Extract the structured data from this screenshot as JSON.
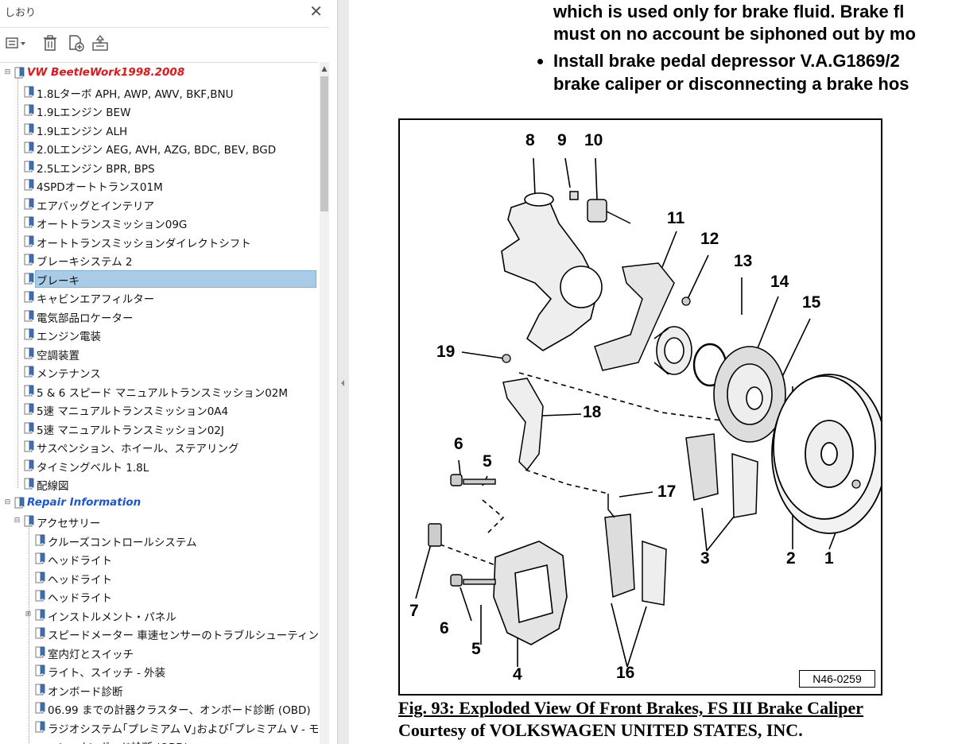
{
  "sidebar": {
    "title": "しおり",
    "close_icon": "close-icon",
    "toolbar": [
      "options-menu-icon",
      "trash-icon",
      "new-bookmark-icon",
      "expand-bookmark-icon"
    ],
    "items": [
      {
        "label": "VW BeetleWork1998.2008",
        "level": 0,
        "style": "top",
        "expander": "minus"
      },
      {
        "label": "1.8Lターボ APH, AWP, AWV, BKF,BNU",
        "level": 1
      },
      {
        "label": "1.9Lエンジン BEW",
        "level": 1
      },
      {
        "label": "1.9Lエンジン ALH",
        "level": 1
      },
      {
        "label": "2.0Lエンジン AEG, AVH, AZG, BDC, BEV, BGD",
        "level": 1
      },
      {
        "label": "2.5Lエンジン BPR, BPS",
        "level": 1
      },
      {
        "label": "4SPDオートトランス01M",
        "level": 1
      },
      {
        "label": "エアバッグとインテリア",
        "level": 1
      },
      {
        "label": "オートトランスミッション09G",
        "level": 1
      },
      {
        "label": "オートトランスミッションダイレクトシフト",
        "level": 1
      },
      {
        "label": "ブレーキシステム 2",
        "level": 1
      },
      {
        "label": "ブレーキ",
        "level": 1,
        "selected": true
      },
      {
        "label": "キャビンエアフィルター",
        "level": 1
      },
      {
        "label": "電気部品ロケーター",
        "level": 1
      },
      {
        "label": "エンジン電装",
        "level": 1
      },
      {
        "label": "空調装置",
        "level": 1
      },
      {
        "label": "メンテナンス",
        "level": 1
      },
      {
        "label": "5 & 6 スピード マニュアルトランスミッション02M",
        "level": 1
      },
      {
        "label": "5速 マニュアルトランスミッション0A4",
        "level": 1
      },
      {
        "label": "5速 マニュアルトランスミッション02J",
        "level": 1
      },
      {
        "label": "サスペンション、ホイール、ステアリング",
        "level": 1
      },
      {
        "label": "タイミングベルト 1.8L",
        "level": 1
      },
      {
        "label": "配線図",
        "level": 1
      },
      {
        "label": "Repair Information",
        "level": 0,
        "style": "top2",
        "expander": "minus"
      },
      {
        "label": "アクセサリー",
        "level": 1,
        "expander": "minus"
      },
      {
        "label": "クルーズコントロールシステム",
        "level": 2
      },
      {
        "label": "ヘッドライト",
        "level": 2
      },
      {
        "label": "ヘッドライト",
        "level": 2
      },
      {
        "label": "ヘッドライト",
        "level": 2
      },
      {
        "label": "インストルメント・パネル",
        "level": 2,
        "expander": "plus"
      },
      {
        "label": "スピードメーター 車速センサーのトラブルシューティング",
        "level": 2
      },
      {
        "label": "室内灯とスイッチ",
        "level": 2
      },
      {
        "label": "ライト、スイッチ - 外装",
        "level": 2
      },
      {
        "label": "オンボード診断",
        "level": 2
      },
      {
        "label": "06.99 までの計器クラスター、オンボード診断 (OBD)",
        "level": 2
      },
      {
        "label": "ラジオシステム｢プレミアム V｣および｢プレミアム V - モンス",
        "level": 2
      },
      {
        "label": "ーン｣ オンボード診断 (OBD)",
        "level": 2,
        "continuation": true
      }
    ]
  },
  "document": {
    "bullet1_line1": "which is used only for brake fluid. Brake fl",
    "bullet1_line2": "must on no account be siphoned out by mo",
    "bullet2_line1": "Install brake pedal depressor V.A.G1869/2",
    "bullet2_line2": "brake caliper or disconnecting a brake hos",
    "figure_id": "N46-0259",
    "callouts": [
      "8",
      "9",
      "10",
      "11",
      "12",
      "13",
      "14",
      "15",
      "19",
      "18",
      "6",
      "5",
      "17",
      "7",
      "6",
      "5",
      "4",
      "16",
      "3",
      "2",
      "1"
    ],
    "caption_line1": "Fig. 93: Exploded View Of Front Brakes, FS III Brake Caliper",
    "caption_line2": "Courtesy of VOLKSWAGEN UNITED STATES, INC."
  }
}
